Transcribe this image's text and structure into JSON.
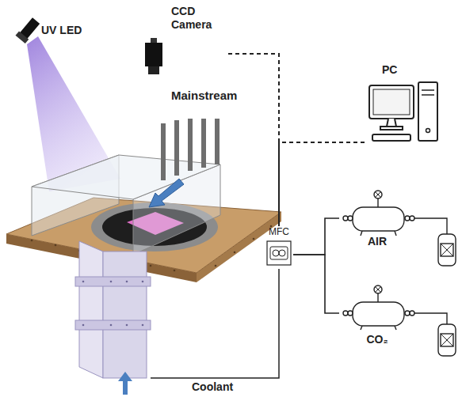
{
  "diagram": {
    "nodes": [
      {
        "text": [
          "CCD Camera"
        ]
      },
      {
        "text": [
          "PC"
        ]
      },
      {
        "text": [
          "MFC"
        ]
      },
      {
        "text": [
          "AIR"
        ]
      },
      {
        "text": [
          "CO₂"
        ]
      }
    ],
    "edges": [
      {
        "from": 0,
        "to": 2,
        "arrow": "none"
      },
      {
        "from": 1,
        "to": 2,
        "arrow": "none"
      },
      {
        "from": 3,
        "to": 2,
        "arrow": "none"
      },
      {
        "from": 4,
        "to": 2,
        "arrow": "none"
      }
    ],
    "labels": [
      "UV LED",
      "Mainstream",
      "Coolant"
    ]
  }
}
